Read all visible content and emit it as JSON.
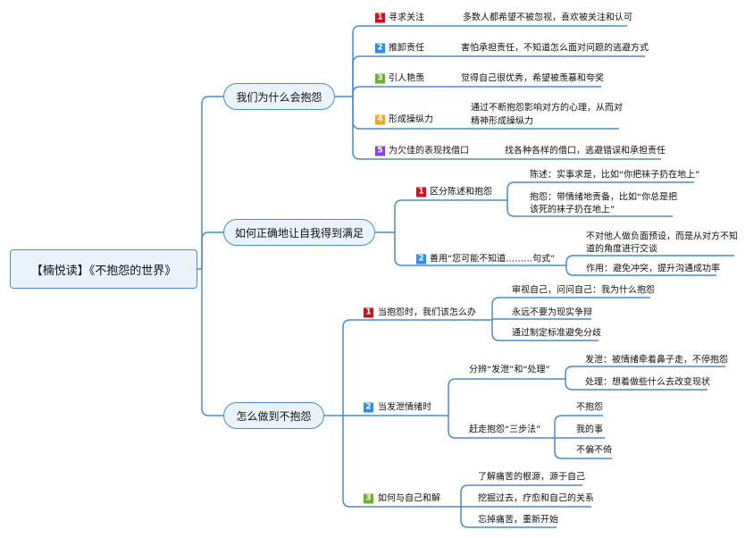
{
  "root": "【楠悦读】《不抱怨的世界》",
  "colors": {
    "line": "#4a8ccc",
    "b1": "#d0101a",
    "b2": "#2b8ef0",
    "b3": "#6ab42a",
    "b4": "#f5a623",
    "b5": "#8a3ff0"
  },
  "why": {
    "title": "我们为什么会抱怨",
    "items": [
      {
        "num": "1",
        "label": "寻求关注",
        "desc": "多数人都希望不被忽视，喜欢被关注和认可"
      },
      {
        "num": "2",
        "label": "推卸责任",
        "desc": "害怕承担责任，不知道怎么面对问题的逃避方式"
      },
      {
        "num": "3",
        "label": "引人艳羡",
        "desc": "觉得自己很优秀，希望被羡慕和夸奖"
      },
      {
        "num": "4",
        "label": "形成操纵力",
        "desc1": "通过不断抱怨影响对方的心理，从而对",
        "desc2": "精神形成操纵力"
      },
      {
        "num": "5",
        "label": "为欠佳的表现找借口",
        "desc": "找各种各样的借口，逃避错误和承担责任"
      }
    ]
  },
  "satisfy": {
    "title": "如何正确地让自我得到满足",
    "items": [
      {
        "num": "1",
        "label": "区分陈述和抱怨",
        "sub": [
          "陈述：实事求是，比如“你把袜子扔在地上”",
          "抱怨：带情绪地责备，比如“你总是把",
          "该死的袜子扔在地上”"
        ]
      },
      {
        "num": "2",
        "label": "善用“您可能不知道………句式”",
        "sub": [
          "不对他人做负面预设，而是从对方不知",
          "道的角度进行交谈",
          "作用：避免冲突，提升沟通成功率"
        ]
      }
    ]
  },
  "how": {
    "title": "怎么做到不抱怨",
    "items": [
      {
        "num": "1",
        "label": "当抱怨时，我们该怎么办",
        "sub": [
          "审视自己，问问自己：我为什么抱怨",
          "永远不要为现实争辩",
          "通过制定标准避免分歧"
        ]
      },
      {
        "num": "2",
        "label": "当发泄情绪时",
        "groups": [
          {
            "label": "分辨“发泄”和“处理”",
            "sub": [
              "发泄：被情绪牵着鼻子走，不停抱怨",
              "处理：想着做些什么去改变现状"
            ]
          },
          {
            "label": "赶走抱怨“三步法”",
            "sub": [
              "不抱怨",
              "我的事",
              "不偏不倚"
            ]
          }
        ]
      },
      {
        "num": "3",
        "label": "如何与自己和解",
        "sub": [
          "了解痛苦的根源，源于自己",
          "挖掘过去，疗愈和自己的关系",
          "忘掉痛苦，重新开始"
        ]
      }
    ]
  }
}
